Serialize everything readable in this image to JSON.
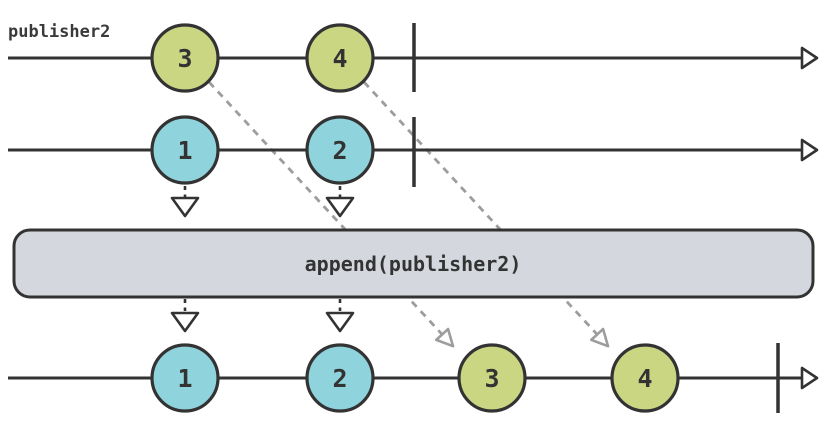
{
  "diagram": {
    "operator": {
      "label": "append(publisher2)"
    },
    "colors": {
      "event_green": "#cbd683",
      "event_blue": "#8fd4dc",
      "operator_fill": "#d4d8de",
      "stroke_dark": "#333333",
      "dashed_gray": "#9d9d9d",
      "background": "#ffffff"
    },
    "timelines": {
      "publisher2": {
        "label": "publisher2",
        "completed": true,
        "events": [
          {
            "value": "3",
            "color": "green"
          },
          {
            "value": "4",
            "color": "green"
          }
        ]
      },
      "upstream": {
        "completed": true,
        "events": [
          {
            "value": "1",
            "color": "blue"
          },
          {
            "value": "2",
            "color": "blue"
          }
        ]
      },
      "output": {
        "completed": true,
        "events": [
          {
            "value": "1",
            "color": "blue"
          },
          {
            "value": "2",
            "color": "blue"
          },
          {
            "value": "3",
            "color": "green"
          },
          {
            "value": "4",
            "color": "green"
          }
        ]
      }
    }
  }
}
